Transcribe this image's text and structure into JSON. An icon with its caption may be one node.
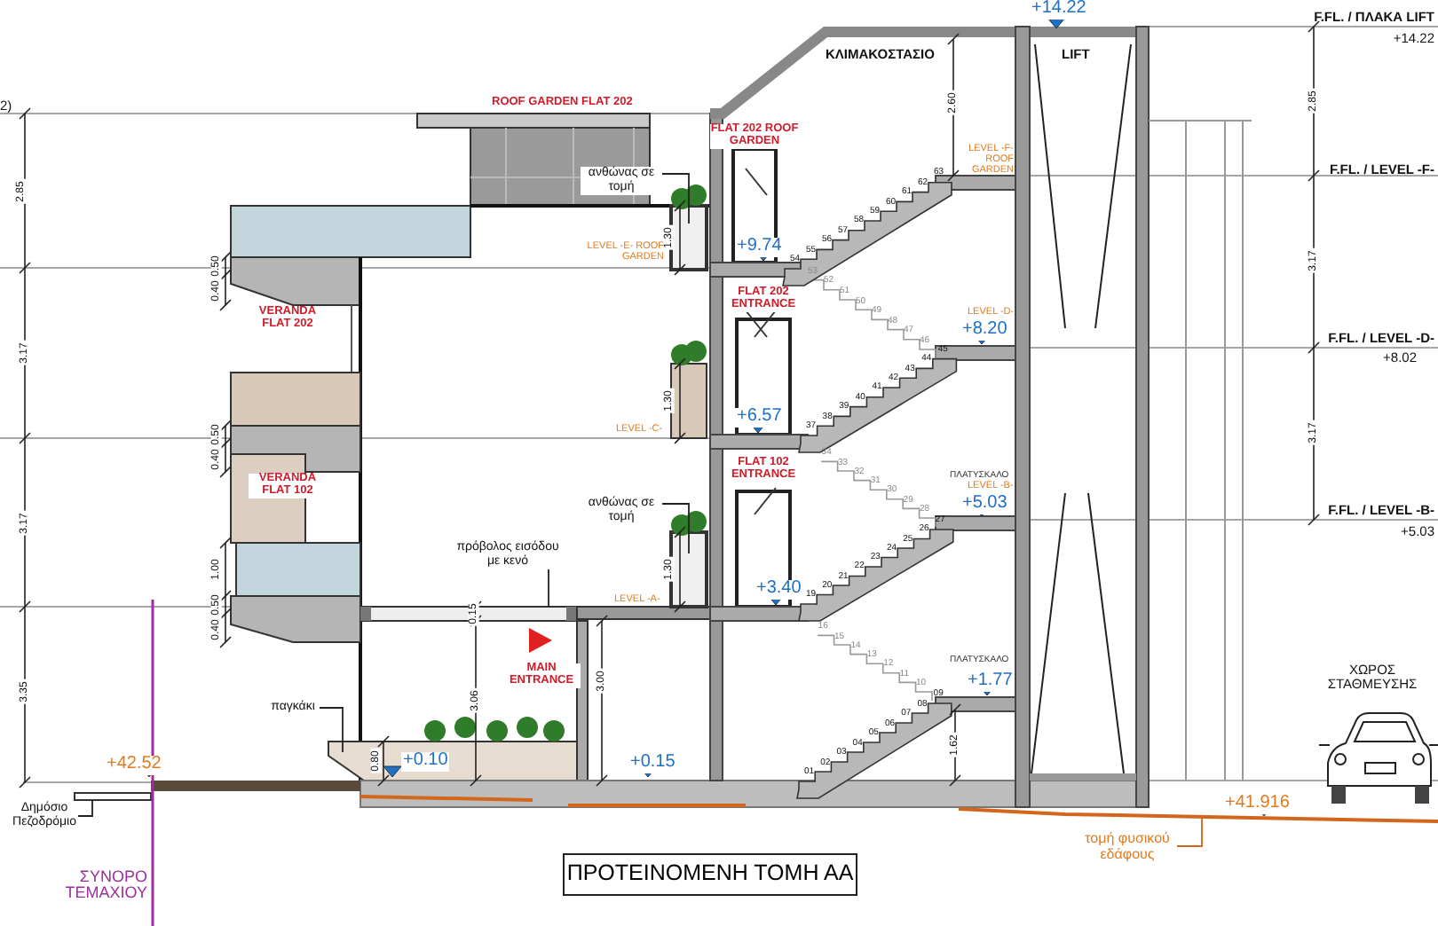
{
  "diagram": {
    "title": "ΠΡΟΤΕΙΝΟΜΕΝΗ ΤΟΜΗ ΑΑ",
    "nodes": [
      {
        "text": [
          "ανθώνας σε τομή"
        ]
      },
      {
        "text": [
          "ανθώνας σε τομή"
        ]
      },
      {
        "text": [
          "πρόβολος εισόδου με κενό"
        ]
      },
      {
        "text": [
          "παγκάκι"
        ]
      },
      {
        "text": [
          "Δημόσιο Πεζοδρόμιο"
        ]
      },
      {
        "text": [
          "τομή φυσικού εδάφους"
        ]
      }
    ],
    "edges": [
      {
        "from": 0,
        "to": null,
        "arrow": "none"
      },
      {
        "from": 1,
        "to": null,
        "arrow": "none"
      },
      {
        "from": 2,
        "to": null,
        "arrow": "none"
      },
      {
        "from": 3,
        "to": null,
        "arrow": "none"
      },
      {
        "from": 4,
        "to": null,
        "arrow": "none"
      },
      {
        "from": 5,
        "to": null,
        "arrow": "none",
        "color": "#d4651c"
      }
    ],
    "labels": [
      "+14.22",
      "F.FL. / ΠΛΑΚΑ LIFT",
      "+14.22",
      "ΚΛΙΜΑΚΟΣΤΑΣΙΟ",
      "LIFT",
      "2)",
      "ROOF GARDEN FLAT 202",
      "2.85",
      "2.60",
      "2.85",
      "FLAT 202 ROOF GARDEN",
      "LEVEL -F- ROOF GARDEN",
      "F.FL. / LEVEL -F-",
      "LEVEL -E- ROOF GARDEN",
      "1.30",
      "+9.74",
      "0.50",
      "0.40",
      "VERANDA FLAT 202",
      "3.17",
      "FLAT 202 ENTRANCE",
      "LEVEL -D-",
      "+8.20",
      "3.17",
      "F.FL. / LEVEL -D-",
      "+8.02",
      "1.30",
      "LEVEL -C-",
      "+6.57",
      "0.50",
      "0.40",
      "VERANDA FLAT 102",
      "FLAT 102 ENTRANCE",
      "ΠΛΑΤΥΣΚΑΛΟ",
      "LEVEL -B-",
      "+5.03",
      "3.17",
      "F.FL. / LEVEL -B-",
      "+5.03",
      "3.17",
      "1.00",
      "1.30",
      "LEVEL -A-",
      "+3.40",
      "0.50",
      "0.40",
      "0.15",
      "ΠΛΑΤΥΣΚΑΛΟ",
      "+1.77",
      "MAIN ENTRANCE",
      "ΧΩΡΟΣ ΣΤΑΘΜΕΥΣΗΣ",
      "3.35",
      "3.06",
      "3.00",
      "1.62",
      "+42.52",
      "0.80",
      "+0.10",
      "+0.15",
      "+41.916",
      "ΣΥΝΟΡΟ ΤΕΜΑΧΙΟΥ",
      "01",
      "02",
      "03",
      "04",
      "05",
      "06",
      "07",
      "08",
      "09",
      "10",
      "11",
      "12",
      "13",
      "14",
      "15",
      "16",
      "19",
      "20",
      "21",
      "22",
      "23",
      "24",
      "25",
      "26",
      "27",
      "28",
      "29",
      "30",
      "31",
      "32",
      "33",
      "34",
      "37",
      "38",
      "39",
      "40",
      "41",
      "42",
      "43",
      "44",
      "45",
      "46",
      "47",
      "48",
      "49",
      "50",
      "51",
      "52",
      "53",
      "54",
      "55",
      "56",
      "57",
      "58",
      "59",
      "60",
      "61",
      "62",
      "63"
    ]
  }
}
